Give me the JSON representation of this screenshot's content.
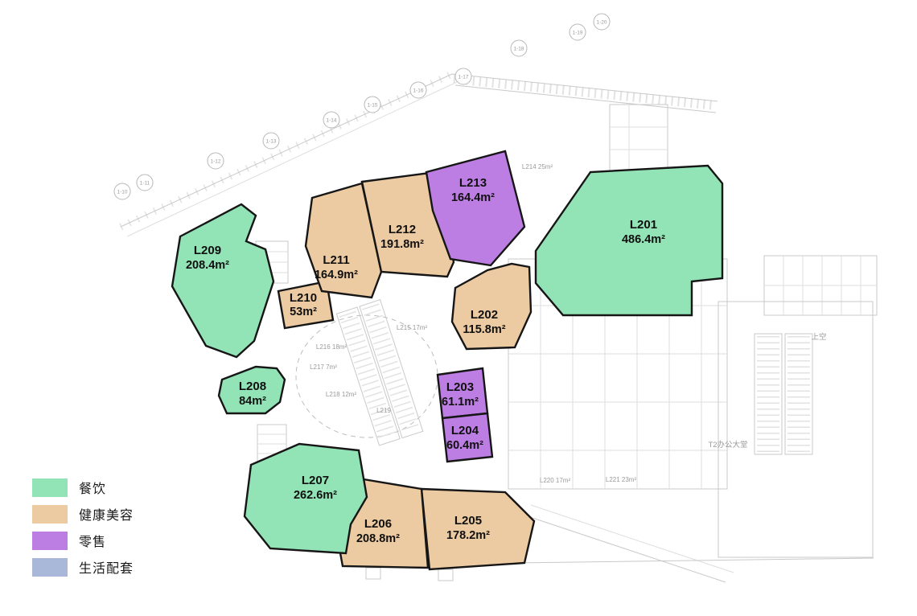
{
  "legend": {
    "categories": [
      {
        "label": "餐饮",
        "color": "#92e3b5"
      },
      {
        "label": "健康美容",
        "color": "#eccaa2"
      },
      {
        "label": "零售",
        "color": "#bd7ee3"
      },
      {
        "label": "生活配套",
        "color": "#a9b8d8"
      }
    ]
  },
  "units": [
    {
      "id": "L201",
      "area": "486.4m²",
      "category": "餐饮"
    },
    {
      "id": "L202",
      "area": "115.8m²",
      "category": "健康美容"
    },
    {
      "id": "L203",
      "area": "61.1m²",
      "category": "零售"
    },
    {
      "id": "L204",
      "area": "60.4m²",
      "category": "零售"
    },
    {
      "id": "L205",
      "area": "178.2m²",
      "category": "健康美容"
    },
    {
      "id": "L206",
      "area": "208.8m²",
      "category": "健康美容"
    },
    {
      "id": "L207",
      "area": "262.6m²",
      "category": "餐饮"
    },
    {
      "id": "L208",
      "area": "84m²",
      "category": "餐饮"
    },
    {
      "id": "L209",
      "area": "208.4m²",
      "category": "餐饮"
    },
    {
      "id": "L210",
      "area": "53m²",
      "category": "健康美容"
    },
    {
      "id": "L211",
      "area": "164.9m²",
      "category": "健康美容"
    },
    {
      "id": "L212",
      "area": "191.8m²",
      "category": "健康美容"
    },
    {
      "id": "L213",
      "area": "164.4m²",
      "category": "零售"
    }
  ],
  "grid": [
    {
      "label": "1-10"
    },
    {
      "label": "1-11"
    },
    {
      "label": "1-12"
    },
    {
      "label": "1-13"
    },
    {
      "label": "1-14"
    },
    {
      "label": "1-15"
    },
    {
      "label": "1-16"
    },
    {
      "label": "1-17"
    },
    {
      "label": "1-18"
    },
    {
      "label": "1-19"
    },
    {
      "label": "1-20"
    }
  ],
  "faint": [
    {
      "text": "L214 25m²"
    },
    {
      "text": "L215 17m²"
    },
    {
      "text": "L216 18m²"
    },
    {
      "text": "L217 7m²"
    },
    {
      "text": "L218 12m²"
    },
    {
      "text": "L219"
    },
    {
      "text": "L220 17m²"
    },
    {
      "text": "L221 23m²"
    },
    {
      "text": "上空"
    },
    {
      "text": "T2办公大堂"
    }
  ]
}
